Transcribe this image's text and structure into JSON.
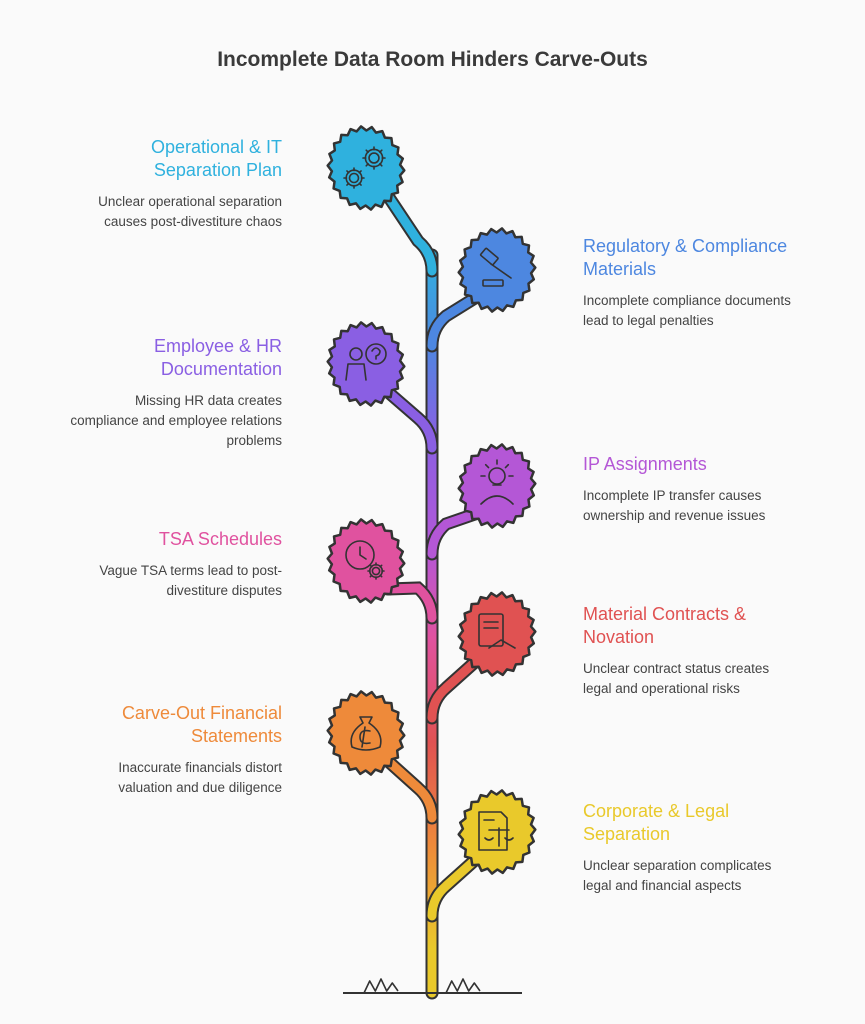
{
  "title": "Incomplete Data Room Hinders Carve-Outs",
  "colors": {
    "background": "#fafafa",
    "leaf_stroke": "#333333",
    "ground": "#333333"
  },
  "items": [
    {
      "side": "left",
      "heading": "Operational & IT Separation Plan",
      "heading_lines": [
        "Operational & IT",
        "Separation Plan"
      ],
      "desc_lines": [
        "Unclear operational separation",
        "causes post-divestiture chaos"
      ],
      "color": "#2fb1de",
      "icon": "gears-icon"
    },
    {
      "side": "right",
      "heading": "Regulatory & Compliance Materials",
      "heading_lines": [
        "Regulatory & Compliance",
        "Materials"
      ],
      "desc_lines": [
        "Incomplete compliance documents",
        "lead to legal penalties"
      ],
      "color": "#4d87e0",
      "icon": "gavel-icon"
    },
    {
      "side": "left",
      "heading": "Employee & HR Documentation",
      "heading_lines": [
        "Employee & HR",
        "Documentation"
      ],
      "desc_lines": [
        "Missing HR data creates",
        "compliance and employee relations",
        "problems"
      ],
      "color": "#8a5fe3",
      "icon": "employee-question-icon"
    },
    {
      "side": "right",
      "heading": "IP Assignments",
      "heading_lines": [
        "IP Assignments"
      ],
      "desc_lines": [
        "Incomplete IP transfer causes",
        "ownership and revenue issues"
      ],
      "color": "#b457d6",
      "icon": "lightbulb-person-icon"
    },
    {
      "side": "left",
      "heading": "TSA Schedules",
      "heading_lines": [
        "TSA Schedules"
      ],
      "desc_lines": [
        "Vague TSA terms lead to post-",
        "divestiture disputes"
      ],
      "color": "#e0529f",
      "icon": "clock-gear-icon"
    },
    {
      "side": "right",
      "heading": "Material Contracts & Novation",
      "heading_lines": [
        "Material Contracts &",
        "Novation"
      ],
      "desc_lines": [
        "Unclear contract status creates",
        "legal and operational risks"
      ],
      "color": "#e05252",
      "icon": "contract-handshake-icon"
    },
    {
      "side": "left",
      "heading": "Carve-Out Financial Statements",
      "heading_lines": [
        "Carve-Out Financial",
        "Statements"
      ],
      "desc_lines": [
        "Inaccurate financials distort",
        "valuation and due diligence"
      ],
      "color": "#ee8a3a",
      "icon": "money-bag-icon"
    },
    {
      "side": "right",
      "heading": "Corporate & Legal Separation",
      "heading_lines": [
        "Corporate & Legal",
        "Separation"
      ],
      "desc_lines": [
        "Unclear separation complicates",
        "legal and financial aspects"
      ],
      "color": "#e9c92b",
      "icon": "document-scales-icon"
    }
  ]
}
